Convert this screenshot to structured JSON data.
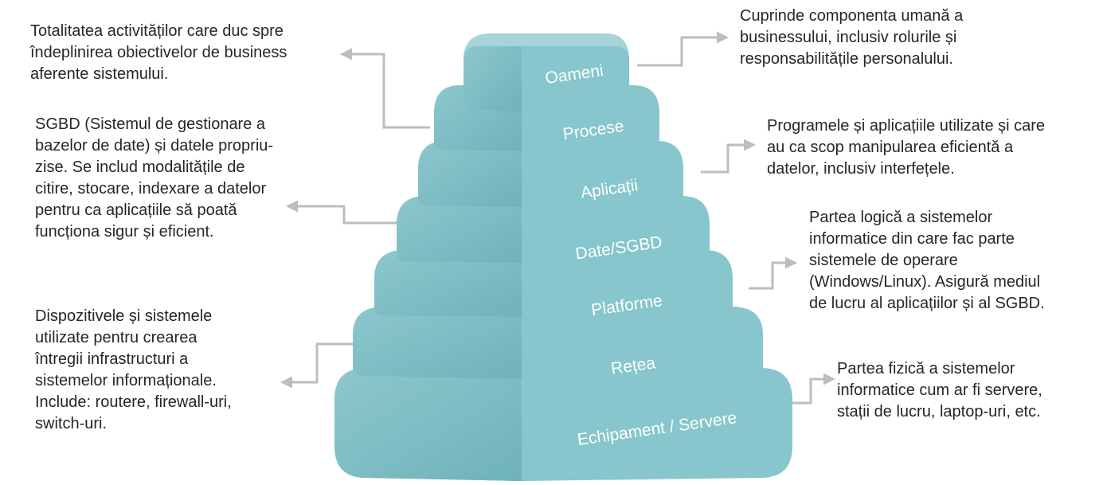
{
  "layers": [
    {
      "label": "Oameni"
    },
    {
      "label": "Procese"
    },
    {
      "label": "Aplicații"
    },
    {
      "label": "Date/SGBD"
    },
    {
      "label": "Platforme"
    },
    {
      "label": "Rețea"
    },
    {
      "label": "Echipament / Servere"
    }
  ],
  "descriptions": {
    "oameni": "Cuprinde componenta umană a\nbusinessului, inclusiv rolurile și\nresponsabilitățile personalului.",
    "procese": "Totalitatea activităților care duc spre\nîndeplinirea obiectivelor de business\naferente sistemului.",
    "aplicatii": "Programele și aplicațiile utilizate și care\nau ca scop manipularea eficientă a\ndatelor, inclusiv interfețele.",
    "date": "SGBD (Sistemul de gestionare a\nbazelor de date) și datele propriu-\nzise. Se includ modalitățile de\ncitire, stocare, indexare a datelor\npentru ca aplicațiile să poată\nfuncționa sigur și eficient.",
    "platforme": "Partea logică a sistemelor\ninformatice din care fac parte\nsistemele de operare\n(Windows/Linux). Asigură mediul\nde lucru al aplicațiilor și al SGBD.",
    "retea": "Dispozitivele și sistemele\nutilizate pentru crearea\nîntregii infrastructuri a\nsistemelor informaționale.\nInclude: routere, firewall-uri,\nswitch-uri.",
    "echipament": "Partea fizică a sistemelor\ninformatice cum ar fi servere,\nstații de lucru, laptop-uri, etc."
  },
  "colors": {
    "left_face": "#77b9c0",
    "right_face": "#86c6cc",
    "top_face": "#aad8dc",
    "connector": "#bdbdbd",
    "text": "#262626",
    "label": "#ffffff"
  }
}
